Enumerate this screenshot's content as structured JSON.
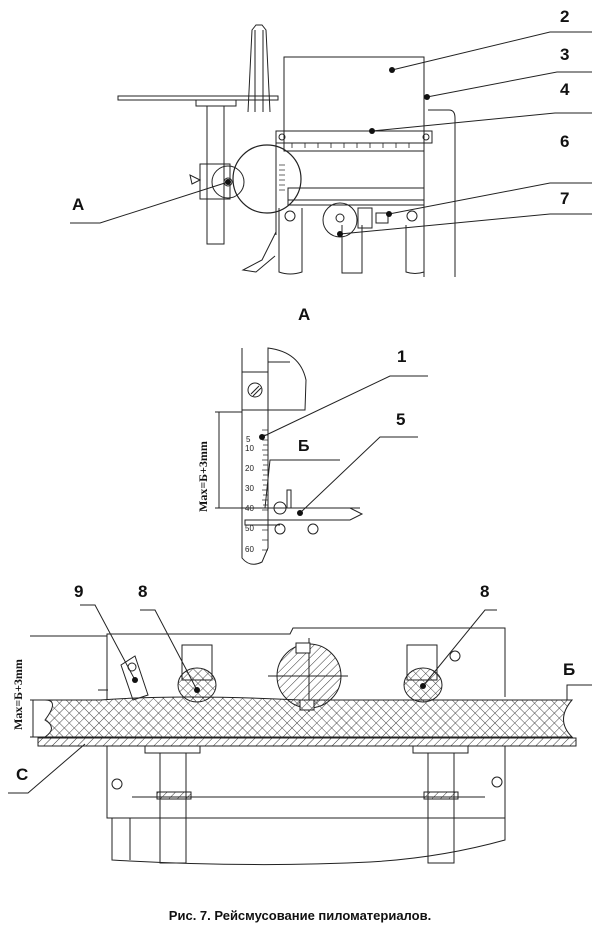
{
  "figure": {
    "caption": "Рис. 7. Рейсмусование пиломатериалов.",
    "top_view": {
      "callouts": [
        "2",
        "3",
        "4",
        "6",
        "7"
      ],
      "detail_ref": "А"
    },
    "detail_view": {
      "title": "А",
      "callouts": [
        "1",
        "5"
      ],
      "dimension_label": "Max=Б+3mm",
      "dimension_ref": "Б",
      "scale_ticks": [
        "5",
        "10",
        "20",
        "30",
        "40",
        "50",
        "60"
      ]
    },
    "section_view": {
      "callouts_left": "9",
      "callouts_rollers": [
        "8",
        "8"
      ],
      "dimension_label": "Max=Б+3mm",
      "dimension_ref": "Б",
      "table_ref": "С"
    }
  }
}
